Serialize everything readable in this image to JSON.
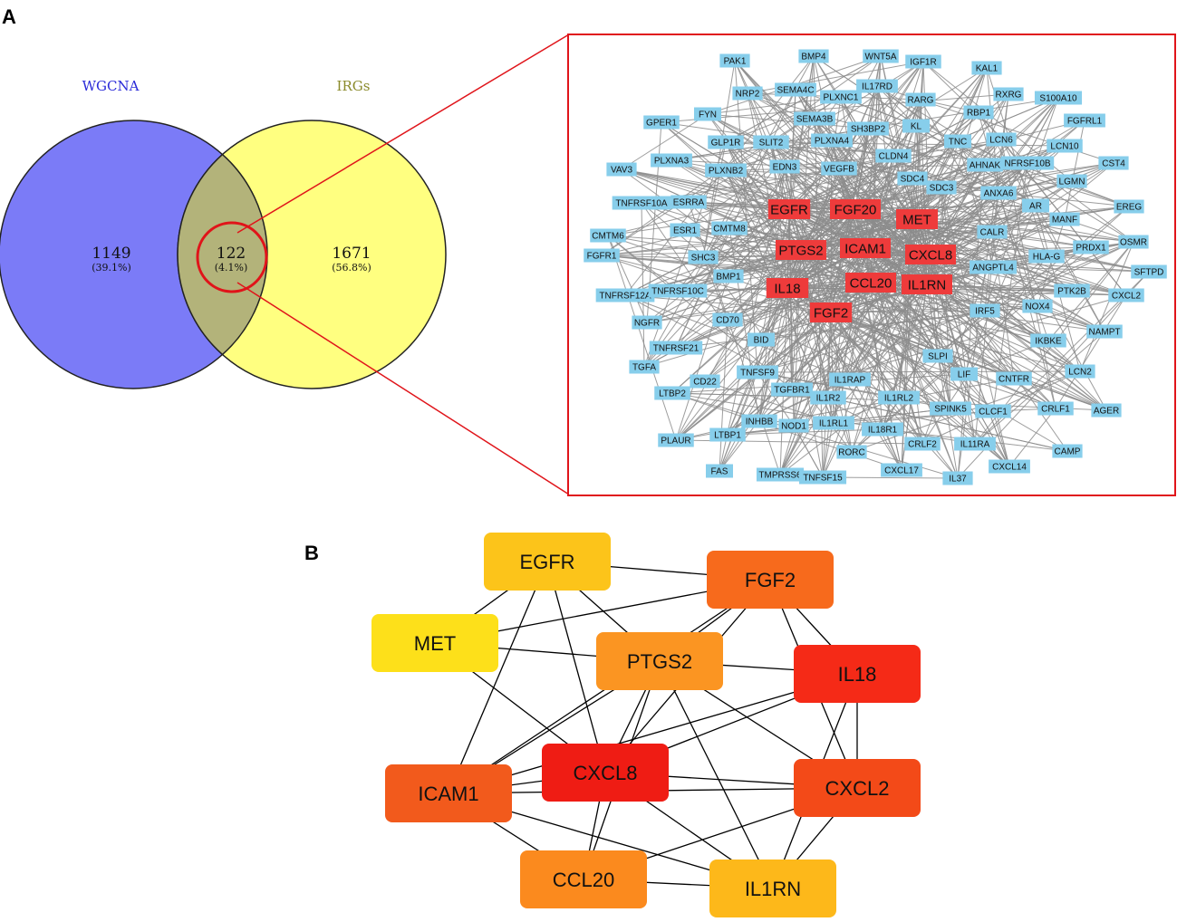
{
  "panels": {
    "a": "A",
    "b": "B"
  },
  "venn": {
    "left": {
      "label": "WGCNA",
      "count": "1149",
      "percent": "(39.1%)",
      "color": "#7b7bf7",
      "label_color": "#2a2ad8"
    },
    "right": {
      "label": "IRGs",
      "count": "1671",
      "percent": "(56.8%)",
      "color": "#ffff80",
      "label_color": "#8a8a2a"
    },
    "overlap": {
      "count": "122",
      "percent": "(4.1%)",
      "color": "#b3b37a"
    },
    "highlight_color": "#e0141a"
  },
  "network": {
    "node_color": "#87ceeb",
    "hub_color": "#ee3b3b",
    "edge_color": "#8c8c8c",
    "hubs": [
      "EGFR",
      "FGF20",
      "MET",
      "PTGS2",
      "ICAM1",
      "CXCL8",
      "IL18",
      "CCL20",
      "IL1RN",
      "FGF2"
    ],
    "nodes": [
      "PAK1",
      "BMP4",
      "WNT5A",
      "IGF1R",
      "KAL1",
      "NRP2",
      "SEMA4C",
      "IL17RD",
      "PLXNC1",
      "RARG",
      "RXRG",
      "S100A10",
      "GPER1",
      "FYN",
      "SEMA3B",
      "SH3BP2",
      "RBP1",
      "KL",
      "FGFRL1",
      "GLP1R",
      "SLIT2",
      "PLXNA4",
      "TNC",
      "LCN6",
      "LCN10",
      "VAV3",
      "PLXNA3",
      "PLXNB2",
      "EDN3",
      "VEGFB",
      "CLDN4",
      "AHNAK",
      "NFRSF10B",
      "CST4",
      "TNFRSF10A",
      "ESRRA",
      "SDC4",
      "SDC3",
      "ANXA6",
      "LGMN",
      "CMTM6",
      "ESR1",
      "CMTM8",
      "AR",
      "EREG",
      "MANF",
      "CALR",
      "FGFR1",
      "SHC3",
      "ANGPTL4",
      "HLA-G",
      "PRDX1",
      "OSMR",
      "BMP1",
      "SFTPD",
      "TNFRSF12A",
      "TNFRSF10C",
      "PTK2B",
      "CXCL2",
      "NGFR",
      "CD70",
      "IRF5",
      "NOX4",
      "TNFRSF21",
      "BID",
      "NAMPT",
      "IKBKE",
      "TGFA",
      "SLPI",
      "LIF",
      "CNTFR",
      "CD22",
      "TNFSF9",
      "IL1RAP",
      "LCN2",
      "LTBP2",
      "TGFBR1",
      "IL1R2",
      "IL1RL2",
      "SPINK5",
      "CLCF1",
      "CRLF1",
      "AGER",
      "PLAUR",
      "LTBP1",
      "INHBB",
      "NOD1",
      "IL1RL1",
      "IL18R1",
      "CRLF2",
      "IL11RA",
      "CAMP",
      "RORC",
      "FAS",
      "TMPRSS6",
      "TNFSF15",
      "CXCL17",
      "IL37",
      "CXCL14"
    ]
  },
  "hub_network": {
    "nodes": [
      {
        "label": "EGFR",
        "color": "#fcc41a"
      },
      {
        "label": "FGF2",
        "color": "#f76a1c"
      },
      {
        "label": "MET",
        "color": "#fde01a"
      },
      {
        "label": "PTGS2",
        "color": "#fb9522"
      },
      {
        "label": "IL18",
        "color": "#f52a17"
      },
      {
        "label": "ICAM1",
        "color": "#f25a1c"
      },
      {
        "label": "CXCL8",
        "color": "#ef1c14"
      },
      {
        "label": "CXCL2",
        "color": "#f34a18"
      },
      {
        "label": "CCL20",
        "color": "#fb8a1e"
      },
      {
        "label": "IL1RN",
        "color": "#fdb81a"
      }
    ],
    "edges": [
      [
        "EGFR",
        "FGF2"
      ],
      [
        "EGFR",
        "MET"
      ],
      [
        "EGFR",
        "PTGS2"
      ],
      [
        "EGFR",
        "CXCL8"
      ],
      [
        "EGFR",
        "ICAM1"
      ],
      [
        "FGF2",
        "MET"
      ],
      [
        "FGF2",
        "PTGS2"
      ],
      [
        "FGF2",
        "CXCL8"
      ],
      [
        "FGF2",
        "IL18"
      ],
      [
        "FGF2",
        "CXCL2"
      ],
      [
        "FGF2",
        "ICAM1"
      ],
      [
        "MET",
        "PTGS2"
      ],
      [
        "MET",
        "CXCL8"
      ],
      [
        "PTGS2",
        "IL18"
      ],
      [
        "PTGS2",
        "CXCL8"
      ],
      [
        "PTGS2",
        "ICAM1"
      ],
      [
        "PTGS2",
        "CXCL2"
      ],
      [
        "PTGS2",
        "CCL20"
      ],
      [
        "PTGS2",
        "IL1RN"
      ],
      [
        "IL18",
        "CXCL8"
      ],
      [
        "IL18",
        "CXCL2"
      ],
      [
        "IL18",
        "IL1RN"
      ],
      [
        "IL18",
        "ICAM1"
      ],
      [
        "ICAM1",
        "CXCL8"
      ],
      [
        "ICAM1",
        "CXCL2"
      ],
      [
        "ICAM1",
        "CCL20"
      ],
      [
        "ICAM1",
        "IL1RN"
      ],
      [
        "CXCL8",
        "CXCL2"
      ],
      [
        "CXCL8",
        "CCL20"
      ],
      [
        "CXCL8",
        "IL1RN"
      ],
      [
        "CXCL2",
        "CCL20"
      ],
      [
        "CXCL2",
        "IL1RN"
      ],
      [
        "CCL20",
        "IL1RN"
      ]
    ]
  }
}
